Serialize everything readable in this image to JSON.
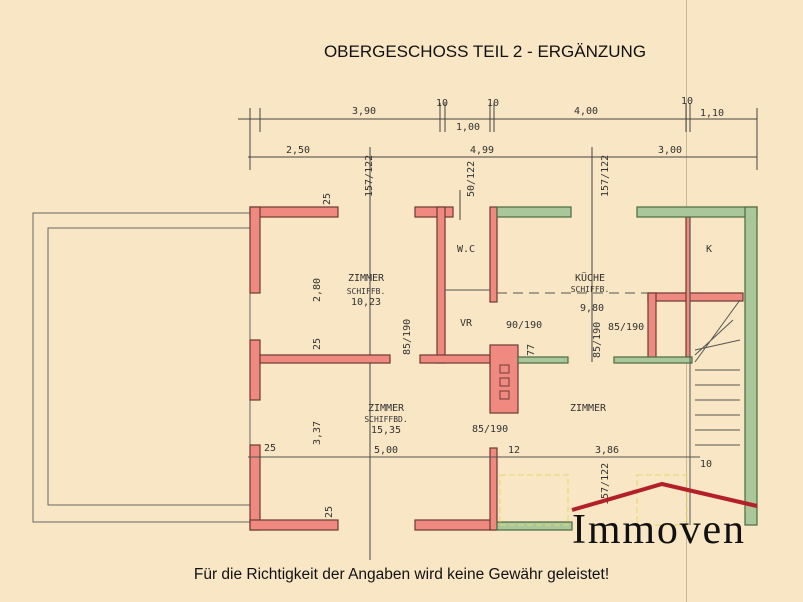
{
  "title": "OBERGESCHOSS TEIL 2 - ERGÄNZUNG",
  "disclaimer": "Für die Richtigkeit der Angaben wird keine Gewähr geleistet!",
  "logo": "Immoven",
  "dimensions": {
    "top_row": [
      "3,90",
      "10",
      "1,00",
      "10",
      "4,00",
      "10",
      "1,10"
    ],
    "second_row": [
      "2,50",
      "4,99",
      "3,00"
    ],
    "windows_top": [
      "157/122",
      "50/122",
      "157/122"
    ],
    "windows_bottom": "157/122",
    "wall_25_a": "25",
    "wall_25_b": "25",
    "wall_25_c": "25",
    "wall_25_d": "25",
    "height_280": "2,80",
    "height_337": "3,37",
    "width_500": "5,00",
    "width_386": "3,86",
    "wall_12": "12",
    "wall_10": "10",
    "door_85_190_a": "85/190",
    "door_90_190": "90/190",
    "door_85_190_b": "85/190",
    "door_85_190_c": "85/190",
    "door_85_190_d": "85/190",
    "wall_77": "77"
  },
  "rooms": {
    "zimmer1": {
      "name": "ZIMMER",
      "floor": "SCHIFFB.",
      "area": "10,23"
    },
    "wc": {
      "name": "W.C"
    },
    "vr": {
      "name": "VR"
    },
    "kueche": {
      "name": "KÜCHE",
      "floor": "SCHIFFB.",
      "area": "9,80"
    },
    "k": {
      "name": "K"
    },
    "zimmer2": {
      "name": "ZIMMER",
      "floor": "SCHIFFBD.",
      "area": "15,35"
    },
    "zimmer3": {
      "name": "ZIMMER"
    }
  },
  "colors": {
    "wall_red": "#f08a80",
    "wall_green": "#a9c79a",
    "paper": "#f8e6c4",
    "logo_red": "#b3202a"
  }
}
